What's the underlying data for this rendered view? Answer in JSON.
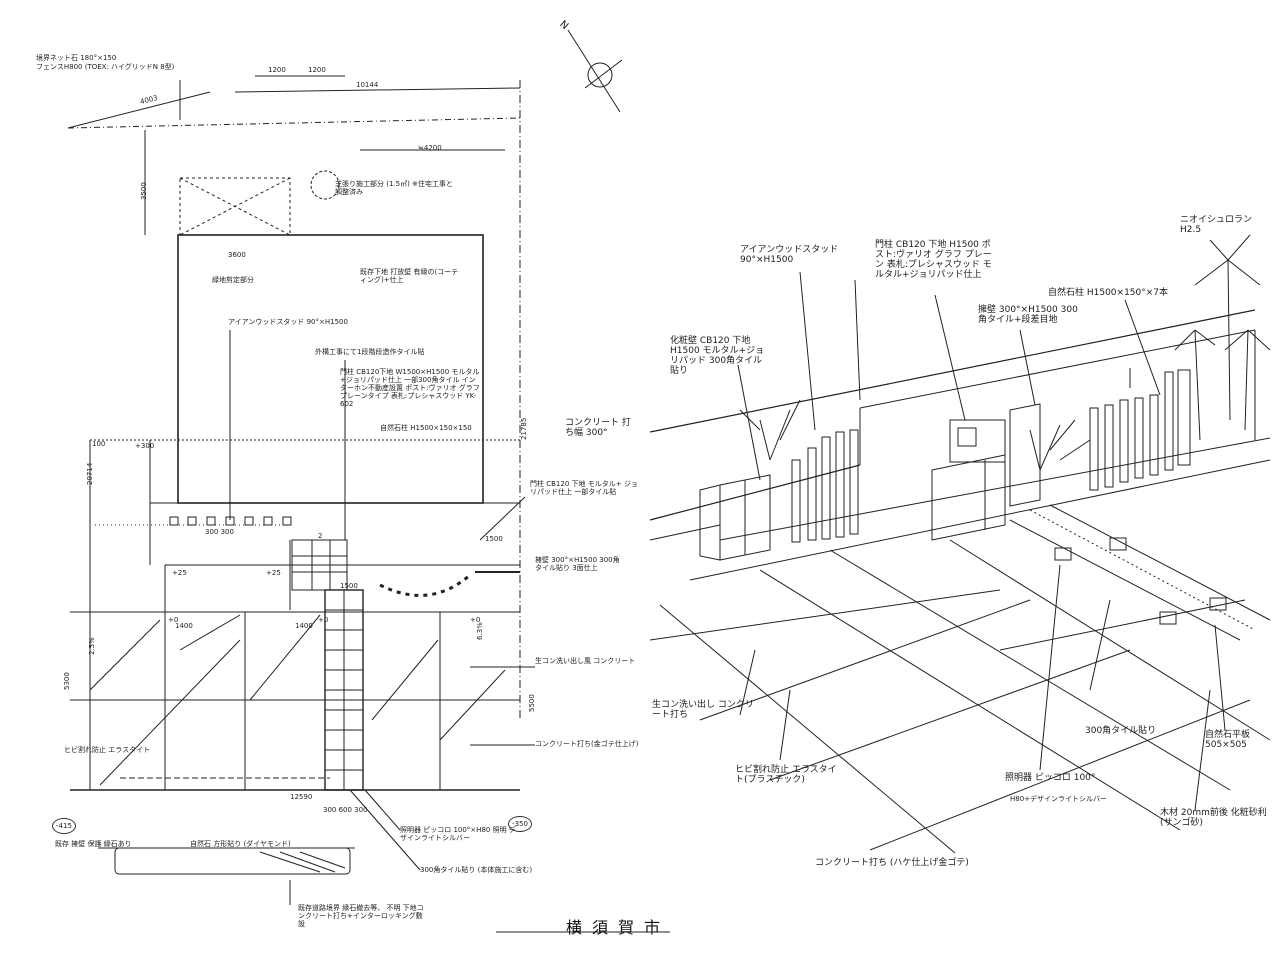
{
  "plan": {
    "boundary_label_1": "境界ネット石 180°×150",
    "boundary_label_2": "フェンスH800 (TOEX: ハイグリッドN 8型)",
    "dims": {
      "d1200a": "1200",
      "d1200b": "1200",
      "d10144": "10144",
      "d4003": "4003",
      "d4200": "≒4200",
      "d3500": "3500",
      "d3600": "3600",
      "d21785": "21785",
      "d20714": "20714",
      "d100": "100",
      "d300": "+300",
      "d1500": "1500",
      "d1500b": "1500",
      "d1400a": "1400",
      "d1400b": "1400",
      "d5300": "5300",
      "d5500": "5500",
      "d12590": "12590",
      "d300_600_300": "300 600 300",
      "d300_300": "300 300",
      "d2": "2",
      "p25a": "+25",
      "p25b": "+25",
      "p40a": "+0",
      "p40b": "+0",
      "p40c": "+0",
      "slope1": "2.5%",
      "slope2": "6.3%",
      "lvl_minus415": "-415",
      "lvl_minus350": "-350"
    },
    "labels": {
      "lawn": "芝張り施工部分 (1.5㎡) ※住宅工事と調整済み",
      "greenery": "緑地剪定部分",
      "wall_type": "既存下地 打放壁 有縁の(コーティング)+仕上",
      "ironwood": "アイアンウッドスタッド 90°×H1500",
      "step_tile": "外構工事にて1段階段造作タイル貼",
      "gate_wall": "門柱 CB120下地 W1500×H1500 モルタル+ジョリパッド仕上 一部300角タイル インターホン不動産設置 ポスト:ヴァリオ グラフ プレーンタイプ 表札:プレシャスウッド YK-602",
      "stone_post": "自然石柱 H1500×150×150",
      "gate_wall2": "門柱 CB120 下地 モルタル+ ジョリパッド仕上 一部タイル貼",
      "light_wall": "擁壁 300°×H1500 300角タイル貼り 3面仕上",
      "wash_concrete": "生コン洗い出し風 コンクリート",
      "crack_sealer": "ヒビ割れ防止 エラスタイト",
      "concrete_finish": "コンクリート打ち(金ゴテ仕上げ)",
      "light_fixture": "照明器 ピッコロ 100°×H80 照明 デザインライトシルバー",
      "tile_300": "300角タイル貼り (本体施工に含む)",
      "curb_note": "既存 擁壁 保護 縁石あり",
      "natural_stone": "自然石 方形貼り (ダイヤモンド)",
      "road_note": "既存道路境界 縁石撤去等、 不明 下地コンクリート打ち+インターロッキング敷設"
    },
    "city": "横須賀市"
  },
  "perspective": {
    "ironwood": "アイアンウッドスタッド 90°×H1500",
    "gate_wall": "門柱 CB120 下地 H1500 ポスト:ヴァリオ グラフ プレーン 表札:プレシャスウッド モルタル+ジョリパッド仕上",
    "palm": "ニオイシュロラン H2.5",
    "stone_post": "自然石柱 H1500×150°×7本",
    "small_wall": "擁壁 300°×H1500 300角タイル+段差目地",
    "left_wall": "化粧壁 CB120 下地 H1500 モルタル+ジョリパッド 300角タイル貼り",
    "concrete_note": "コンクリート 打ち幅 300°",
    "wash_concrete": "生コン洗い出し コンクリート打ち",
    "crack_sealer": "ヒビ割れ防止 エラスタイト(プラスチック)",
    "tile_300": "300角タイル貼り",
    "light": "照明器 ピッコロ 100°",
    "light_sub": "H80+デザインライトシルバー",
    "natural_stone": "自然石平板 505×505",
    "concrete_finish": "コンクリート打ち (ハケ仕上げ金ゴテ)",
    "gravel": "木材 20mm前後 化粧砂利 (サンゴ砂)"
  },
  "compass": {
    "north": "N"
  }
}
